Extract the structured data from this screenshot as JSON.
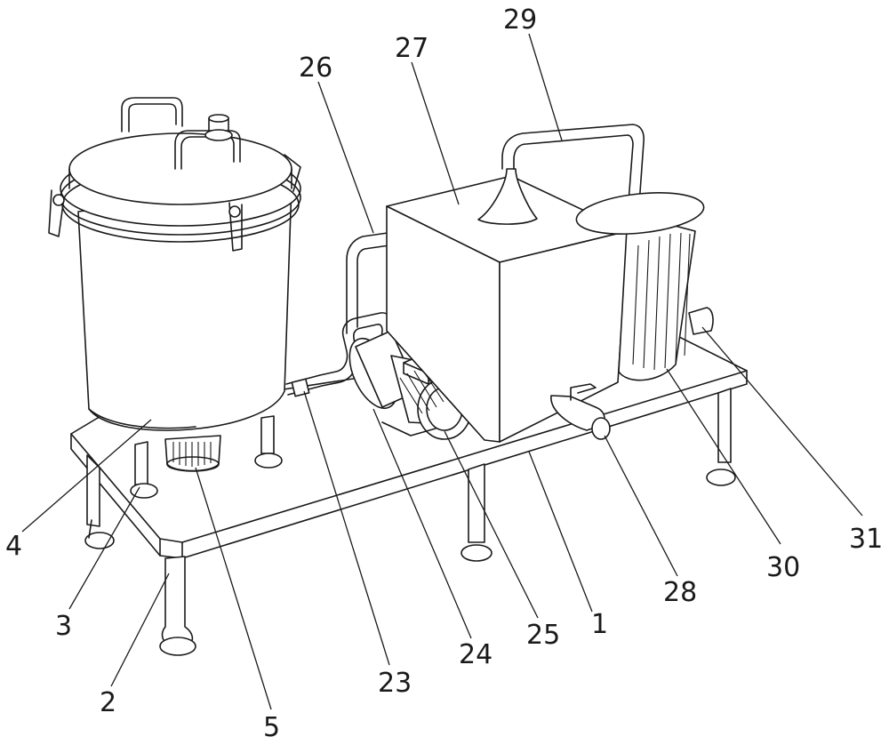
{
  "callouts": [
    {
      "id": "1",
      "text": "1"
    },
    {
      "id": "2",
      "text": "2"
    },
    {
      "id": "3",
      "text": "3"
    },
    {
      "id": "4",
      "text": "4"
    },
    {
      "id": "5",
      "text": "5"
    },
    {
      "id": "23",
      "text": "23"
    },
    {
      "id": "24",
      "text": "24"
    },
    {
      "id": "25",
      "text": "25"
    },
    {
      "id": "26",
      "text": "26"
    },
    {
      "id": "27",
      "text": "27"
    },
    {
      "id": "28",
      "text": "28"
    },
    {
      "id": "29",
      "text": "29"
    },
    {
      "id": "30",
      "text": "30"
    },
    {
      "id": "31",
      "text": "31"
    }
  ]
}
